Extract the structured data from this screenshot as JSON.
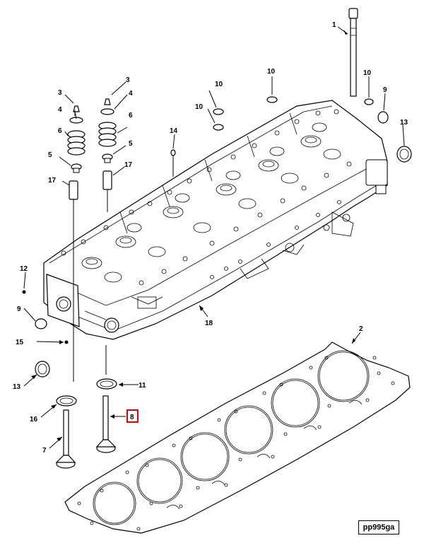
{
  "diagram": {
    "image_code": "pp995ga",
    "highlight_color": "#e00000",
    "highlighted_callout": "8",
    "callouts": {
      "c1": "1",
      "c2": "2",
      "c3a": "3",
      "c3b": "3",
      "c4a": "4",
      "c4b": "4",
      "c5a": "5",
      "c5b": "5",
      "c6a": "6",
      "c6b": "6",
      "c7": "7",
      "c8": "8",
      "c9a": "9",
      "c9b": "9",
      "c10a": "10",
      "c10b": "10",
      "c10c": "10",
      "c10d": "10",
      "c11": "11",
      "c12": "12",
      "c13a": "13",
      "c13b": "13",
      "c14": "14",
      "c15": "15",
      "c16": "16",
      "c17a": "17",
      "c17b": "17",
      "c18": "18"
    }
  }
}
